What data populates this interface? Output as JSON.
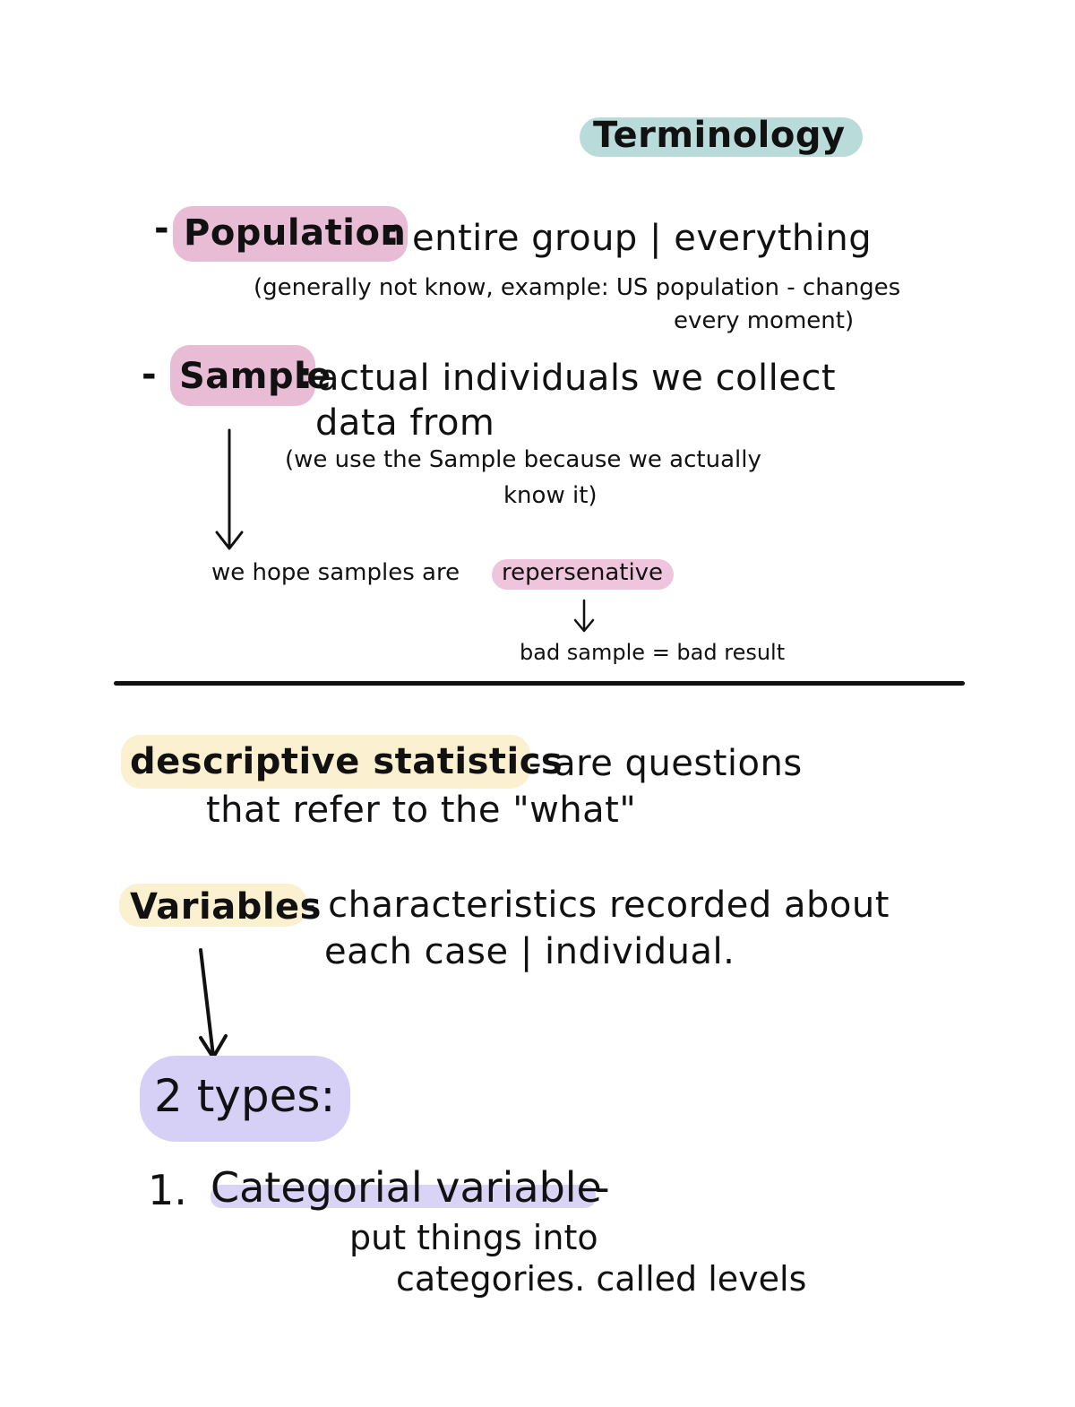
{
  "title": {
    "text": "Terminology",
    "highlight": "#b9dcdb"
  },
  "population": {
    "dash": "-",
    "term": "Population",
    "colon": ":",
    "definition": "entire group | everything",
    "note_line1": "(generally not know, example: US population - changes",
    "note_line2": "every moment)",
    "highlight": "#e9bcd6"
  },
  "sample": {
    "dash": "-",
    "term": "Sample",
    "colon": ":",
    "def_line1": "actual individuals we collect",
    "def_line2": "data from",
    "note_line1": "(we use the Sample because we actually",
    "note_line2": "know it)",
    "highlight": "#e9bcd6"
  },
  "representative": {
    "prefix": "we hope samples are",
    "term": "repersenative",
    "result": "bad sample = bad result",
    "highlight": "#efc4dd"
  },
  "descriptive": {
    "term": "descriptive statistics",
    "def_line1": "- are questions",
    "def_line2": "that refer to the \"what\"",
    "highlight": "#fbf0cf"
  },
  "variables": {
    "term": "Variables",
    "def_line1": "- characteristics recorded about",
    "def_line2": "each case | individual.",
    "highlight": "#fbf0cf"
  },
  "types": {
    "text": "2 types:",
    "highlight": "#d6d0f7"
  },
  "categorical": {
    "number": "1.",
    "term": "Categorial variable",
    "dash": "-",
    "line2": "put things into",
    "line3": "categories. called levels",
    "highlight": "#d9d3f5"
  }
}
